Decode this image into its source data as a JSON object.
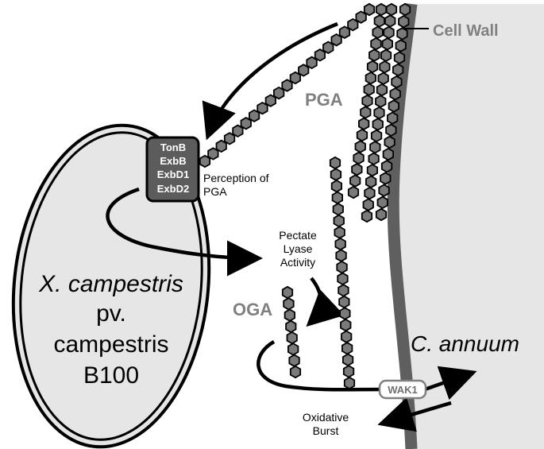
{
  "labels": {
    "cell_wall": "Cell Wall",
    "pga": "PGA",
    "oga": "OGA",
    "c_annuum": "C. annuum",
    "bacterium": [
      "X. campestris",
      "pv.",
      "campestris",
      "B100"
    ],
    "ton_system": [
      "TonB",
      "ExbB",
      "ExbD1",
      "ExbD2"
    ],
    "perception": [
      "Perception of",
      "PGA"
    ],
    "pectate_lyase": [
      "Pectate",
      "Lyase",
      "Activity"
    ],
    "wak1": "WAK1",
    "oxidative_burst": [
      "Oxidative",
      "Burst"
    ]
  },
  "colors": {
    "cell_interior": "#e6e6e6",
    "cell_wall": "#5f5f5f",
    "polymer_fill": "#7a7a7a",
    "transporter_fill": "#5c5c5c",
    "label_gray": "#808080",
    "line": "#000000"
  }
}
